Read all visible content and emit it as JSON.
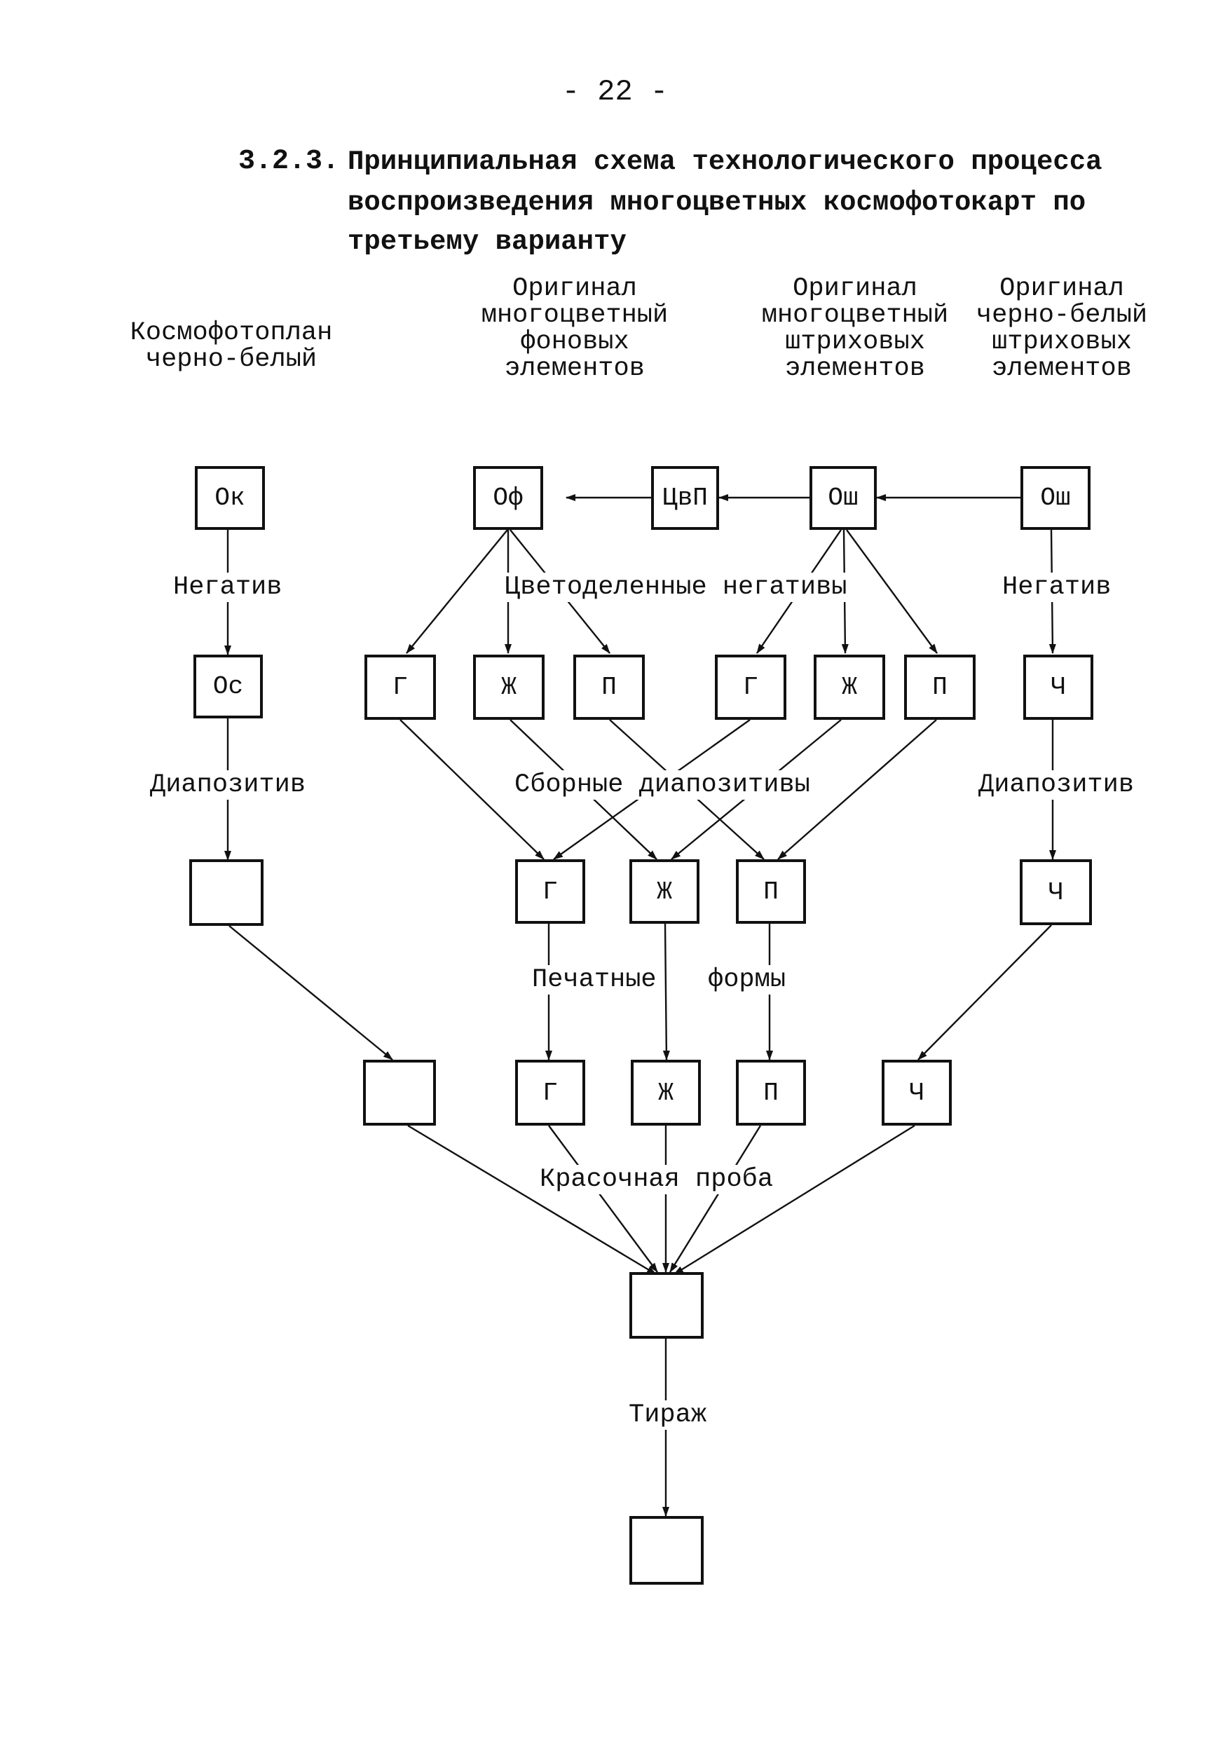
{
  "page_number": "- 22 -",
  "title": {
    "number": "3.2.3.",
    "lines": [
      "Принципиальная схема технологического процесса",
      "воспроизведения многоцветных космофотокарт по",
      "третьему варианту"
    ]
  },
  "sources": [
    {
      "lines": [
        "Космофотоплан",
        "черно-белый"
      ]
    },
    {
      "lines": [
        "Оригинал",
        "многоцветный",
        "фоновых",
        "элементов"
      ]
    },
    {
      "lines": [
        "Оригинал",
        "многоцветный",
        "штриховых",
        "элементов"
      ]
    },
    {
      "lines": [
        "Оригинал",
        "черно-белый",
        "штриховых",
        "элементов"
      ]
    }
  ],
  "nodes": {
    "ok": "Ок",
    "of": "Оф",
    "cvp": "ЦвП",
    "osh1": "Ош",
    "osh2": "Ош",
    "os": "Ос",
    "neg_g1": "Г",
    "neg_zh1": "Ж",
    "neg_p1": "П",
    "neg_g2": "Г",
    "neg_zh2": "Ж",
    "neg_p2": "П",
    "neg_ch": "Ч",
    "dia_left": "",
    "dia_g": "Г",
    "dia_zh": "Ж",
    "dia_p": "П",
    "dia_ch": "Ч",
    "form_left": "",
    "form_g": "Г",
    "form_zh": "Ж",
    "form_p": "П",
    "form_ch": "Ч",
    "proof": "",
    "run": ""
  },
  "labels": {
    "negativ_left": "Негатив",
    "color_sep_negatives": "Цветоделенные негативы",
    "negativ_right": "Негатив",
    "diapozitiv_left": "Диапозитив",
    "combined_diapositives": "Сборные диапозитивы",
    "diapozitiv_right": "Диапозитив",
    "printing_forms_1": "Печатные",
    "printing_forms_2": "формы",
    "color_proof": "Красочная проба",
    "print_run": "Тираж"
  }
}
